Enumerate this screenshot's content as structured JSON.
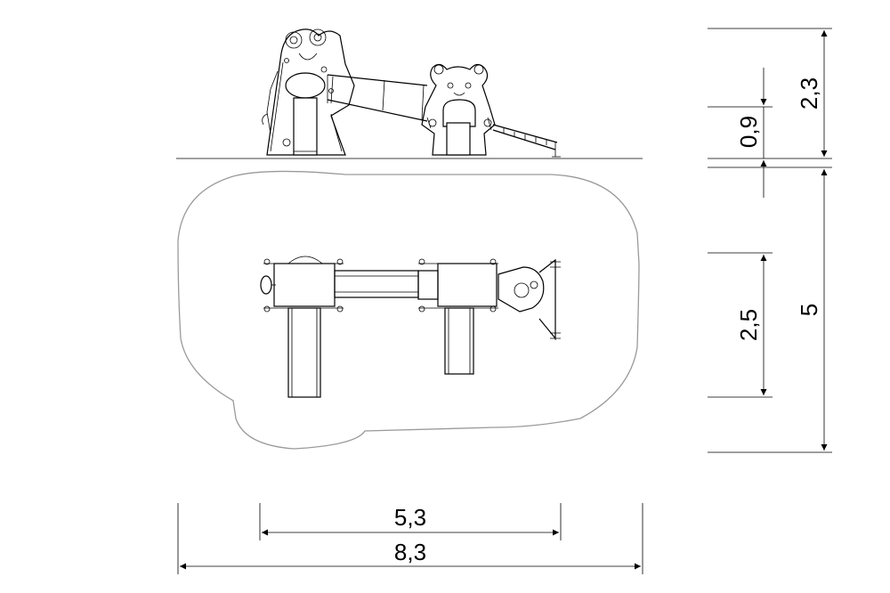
{
  "dimensions": {
    "height_total": "2,3",
    "height_platform": "0,9",
    "depth_safety_zone": "5",
    "depth_equipment": "2,5",
    "width_equipment": "5,3",
    "width_safety_zone": "8,3"
  }
}
